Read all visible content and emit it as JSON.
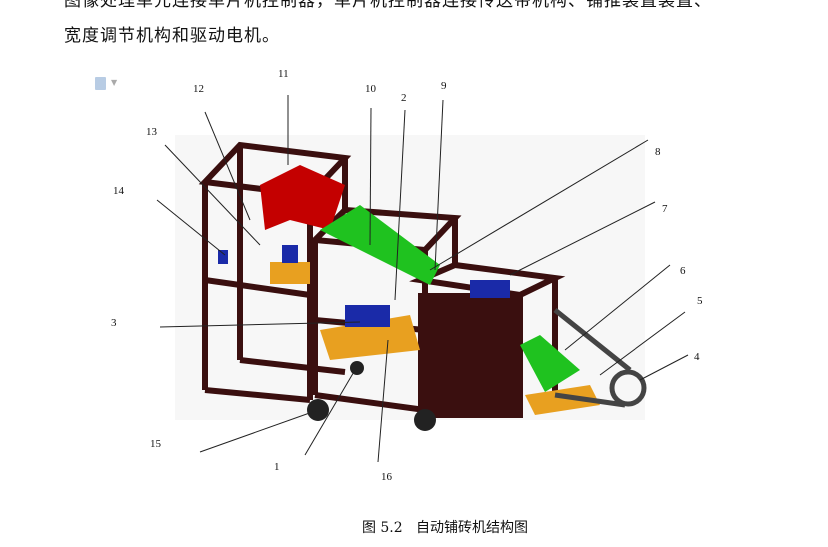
{
  "paragraph": {
    "line1": "图像处理单元连接单片机控制器，单片机控制器连接传送带机构、铺推装置装置、",
    "line2": "宽度调节机构和驱动电机。"
  },
  "figure": {
    "labels": [
      "1",
      "2",
      "3",
      "4",
      "5",
      "6",
      "7",
      "8",
      "9",
      "10",
      "11",
      "12",
      "13",
      "14",
      "15",
      "16"
    ],
    "caption": "图 5.2   自动铺砖机结构图"
  },
  "colors": {
    "frame": "#3a0f0f",
    "hopper": "#c40000",
    "conveyor": "#1fc21f",
    "motor": "#1a2aa8",
    "base": "#e8a020"
  }
}
